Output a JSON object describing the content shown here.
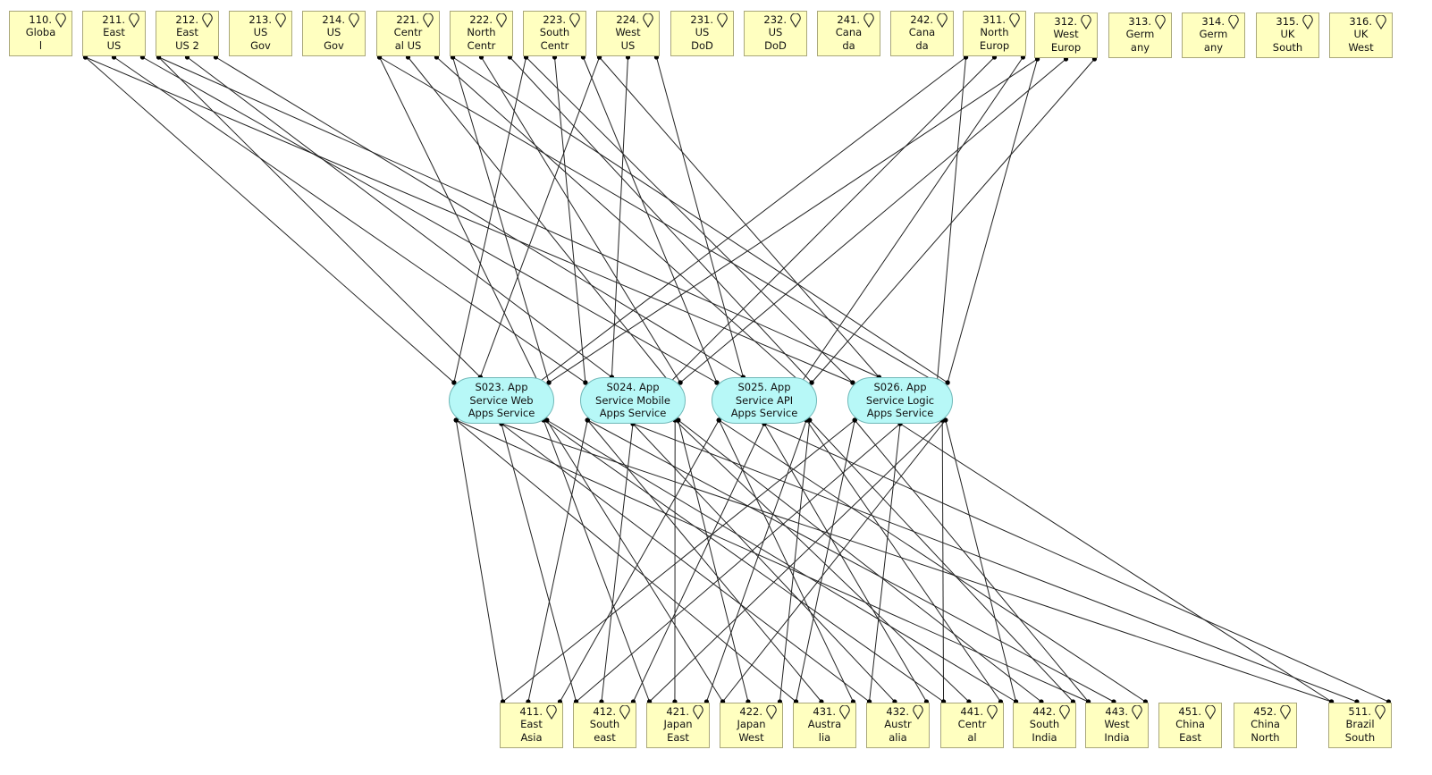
{
  "diagram": {
    "type": "network-connection-diagram",
    "colors": {
      "location_fill": "#ffffc0",
      "location_border": "#a9a77a",
      "service_fill": "#b7f8f7",
      "service_border": "#70b8b8",
      "line": "#222222"
    },
    "top_locations": [
      {
        "id": "110",
        "num": "110.",
        "l1": "Globa",
        "l2": "l",
        "icon": "map-pin-icon"
      },
      {
        "id": "211",
        "num": "211.",
        "l1": "East",
        "l2": "US",
        "icon": "map-pin-icon"
      },
      {
        "id": "212",
        "num": "212.",
        "l1": "East",
        "l2": "US 2",
        "icon": "map-pin-icon"
      },
      {
        "id": "213",
        "num": "213.",
        "l1": "US",
        "l2": "Gov",
        "icon": "map-pin-icon"
      },
      {
        "id": "214",
        "num": "214.",
        "l1": "US",
        "l2": "Gov",
        "icon": "map-pin-icon"
      },
      {
        "id": "221",
        "num": "221.",
        "l1": "Centr",
        "l2": "al US",
        "icon": "map-pin-icon"
      },
      {
        "id": "222",
        "num": "222.",
        "l1": "North",
        "l2": "Centr",
        "icon": "map-pin-icon"
      },
      {
        "id": "223",
        "num": "223.",
        "l1": "South",
        "l2": "Centr",
        "icon": "map-pin-icon"
      },
      {
        "id": "224",
        "num": "224.",
        "l1": "West",
        "l2": "US",
        "icon": "map-pin-icon"
      },
      {
        "id": "231",
        "num": "231.",
        "l1": "US",
        "l2": "DoD",
        "icon": "map-pin-icon"
      },
      {
        "id": "232",
        "num": "232.",
        "l1": "US",
        "l2": "DoD",
        "icon": "map-pin-icon"
      },
      {
        "id": "241",
        "num": "241.",
        "l1": "Cana",
        "l2": "da",
        "icon": "map-pin-icon"
      },
      {
        "id": "242",
        "num": "242.",
        "l1": "Cana",
        "l2": "da",
        "icon": "map-pin-icon"
      },
      {
        "id": "311",
        "num": "311.",
        "l1": "North",
        "l2": "Europ",
        "icon": "map-pin-icon"
      },
      {
        "id": "312",
        "num": "312.",
        "l1": "West",
        "l2": "Europ",
        "icon": "map-pin-icon"
      },
      {
        "id": "313",
        "num": "313.",
        "l1": "Germ",
        "l2": "any",
        "icon": "map-pin-icon"
      },
      {
        "id": "314",
        "num": "314.",
        "l1": "Germ",
        "l2": "any",
        "icon": "map-pin-icon"
      },
      {
        "id": "315",
        "num": "315.",
        "l1": "UK",
        "l2": "South",
        "icon": "map-pin-icon"
      },
      {
        "id": "316",
        "num": "316.",
        "l1": "UK",
        "l2": "West",
        "icon": "map-pin-icon"
      }
    ],
    "services": [
      {
        "id": "S023",
        "l1": "S023. App",
        "l2": "Service Web",
        "l3": "Apps Service"
      },
      {
        "id": "S024",
        "l1": "S024. App",
        "l2": "Service Mobile",
        "l3": "Apps Service"
      },
      {
        "id": "S025",
        "l1": "S025. App",
        "l2": "Service API",
        "l3": "Apps Service"
      },
      {
        "id": "S026",
        "l1": "S026. App",
        "l2": "Service Logic",
        "l3": "Apps Service"
      }
    ],
    "bottom_locations": [
      {
        "id": "411",
        "num": "411.",
        "l1": "East",
        "l2": "Asia",
        "icon": "map-pin-icon"
      },
      {
        "id": "412",
        "num": "412.",
        "l1": "South",
        "l2": "east",
        "icon": "map-pin-icon"
      },
      {
        "id": "421",
        "num": "421.",
        "l1": "Japan",
        "l2": "East",
        "icon": "map-pin-icon"
      },
      {
        "id": "422",
        "num": "422.",
        "l1": "Japan",
        "l2": "West",
        "icon": "map-pin-icon"
      },
      {
        "id": "431",
        "num": "431.",
        "l1": "Austra",
        "l2": "lia",
        "icon": "map-pin-icon"
      },
      {
        "id": "432",
        "num": "432.",
        "l1": "Austr",
        "l2": "alia",
        "icon": "map-pin-icon"
      },
      {
        "id": "441",
        "num": "441.",
        "l1": "Centr",
        "l2": "al",
        "icon": "map-pin-icon"
      },
      {
        "id": "442",
        "num": "442.",
        "l1": "South",
        "l2": "India",
        "icon": "map-pin-icon"
      },
      {
        "id": "443",
        "num": "443.",
        "l1": "West",
        "l2": "India",
        "icon": "map-pin-icon"
      },
      {
        "id": "451",
        "num": "451.",
        "l1": "China",
        "l2": "East",
        "icon": "map-pin-icon"
      },
      {
        "id": "452",
        "num": "452.",
        "l1": "China",
        "l2": "North",
        "icon": "map-pin-icon"
      },
      {
        "id": "511",
        "num": "511.",
        "l1": "Brazil",
        "l2": "South",
        "icon": "map-pin-icon"
      }
    ],
    "connections": [
      [
        "211",
        "S023"
      ],
      [
        "211",
        "S024"
      ],
      [
        "211",
        "S025"
      ],
      [
        "211",
        "S026"
      ],
      [
        "212",
        "S023"
      ],
      [
        "212",
        "S024"
      ],
      [
        "212",
        "S025"
      ],
      [
        "212",
        "S026"
      ],
      [
        "221",
        "S023"
      ],
      [
        "221",
        "S024"
      ],
      [
        "221",
        "S025"
      ],
      [
        "221",
        "S026"
      ],
      [
        "222",
        "S023"
      ],
      [
        "222",
        "S024"
      ],
      [
        "222",
        "S025"
      ],
      [
        "222",
        "S026"
      ],
      [
        "223",
        "S023"
      ],
      [
        "223",
        "S024"
      ],
      [
        "223",
        "S025"
      ],
      [
        "223",
        "S026"
      ],
      [
        "224",
        "S023"
      ],
      [
        "224",
        "S024"
      ],
      [
        "224",
        "S025"
      ],
      [
        "224",
        "S026"
      ],
      [
        "311",
        "S023"
      ],
      [
        "311",
        "S024"
      ],
      [
        "311",
        "S025"
      ],
      [
        "311",
        "S026"
      ],
      [
        "312",
        "S023"
      ],
      [
        "312",
        "S024"
      ],
      [
        "312",
        "S025"
      ],
      [
        "312",
        "S026"
      ],
      [
        "S023",
        "411"
      ],
      [
        "S023",
        "412"
      ],
      [
        "S023",
        "421"
      ],
      [
        "S023",
        "422"
      ],
      [
        "S023",
        "431"
      ],
      [
        "S023",
        "432"
      ],
      [
        "S023",
        "441"
      ],
      [
        "S023",
        "442"
      ],
      [
        "S023",
        "443"
      ],
      [
        "S023",
        "511"
      ],
      [
        "S024",
        "411"
      ],
      [
        "S024",
        "412"
      ],
      [
        "S024",
        "421"
      ],
      [
        "S024",
        "422"
      ],
      [
        "S024",
        "431"
      ],
      [
        "S024",
        "432"
      ],
      [
        "S024",
        "441"
      ],
      [
        "S024",
        "442"
      ],
      [
        "S024",
        "443"
      ],
      [
        "S024",
        "511"
      ],
      [
        "S025",
        "411"
      ],
      [
        "S025",
        "412"
      ],
      [
        "S025",
        "421"
      ],
      [
        "S025",
        "422"
      ],
      [
        "S025",
        "431"
      ],
      [
        "S025",
        "432"
      ],
      [
        "S025",
        "441"
      ],
      [
        "S025",
        "442"
      ],
      [
        "S025",
        "443"
      ],
      [
        "S025",
        "511"
      ],
      [
        "S026",
        "411"
      ],
      [
        "S026",
        "412"
      ],
      [
        "S026",
        "421"
      ],
      [
        "S026",
        "422"
      ],
      [
        "S026",
        "431"
      ],
      [
        "S026",
        "432"
      ],
      [
        "S026",
        "441"
      ],
      [
        "S026",
        "442"
      ],
      [
        "S026",
        "443"
      ],
      [
        "S026",
        "511"
      ]
    ]
  }
}
